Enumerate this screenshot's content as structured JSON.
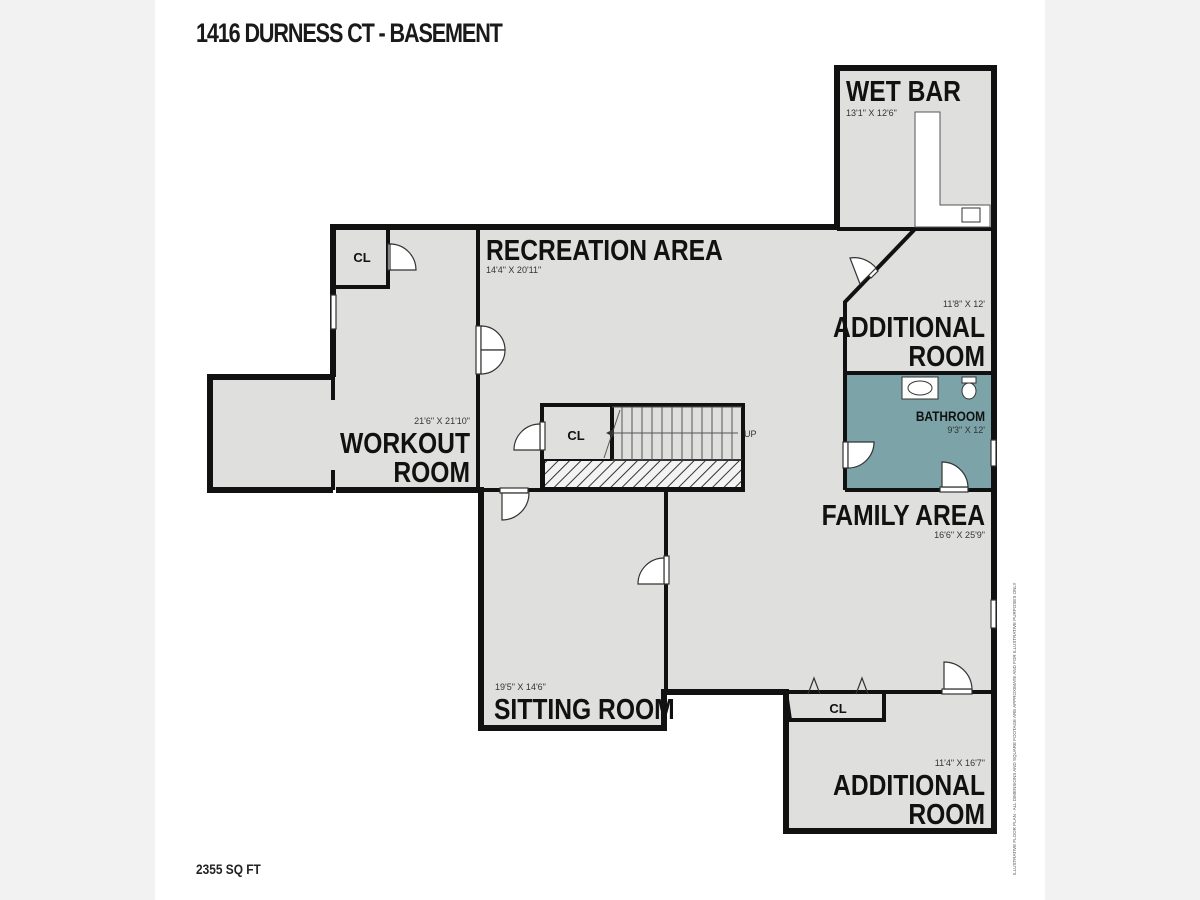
{
  "title": "1416 DURNESS CT - BASEMENT",
  "total_area": "2355 SQ FT",
  "colors": {
    "floor": "#dfe0dd",
    "bathroom": "#7ba3a8",
    "wall": "#111111"
  },
  "rooms": {
    "wet_bar": {
      "name": "WET BAR",
      "dims": "13'1\" X 12'6\""
    },
    "recreation": {
      "name": "RECREATION AREA",
      "dims": "14'4\" X 20'11\""
    },
    "additional_1": {
      "line1": "ADDITIONAL",
      "line2": "ROOM",
      "dims": "11'8\" X 12'"
    },
    "bathroom": {
      "name": "BATHROOM",
      "dims": "9'3\" X 12'"
    },
    "workout": {
      "line1": "WORKOUT",
      "line2": "ROOM",
      "dims": "21'6\" X 21'10\""
    },
    "family": {
      "name": "FAMILY AREA",
      "dims": "16'6\" X 25'9\""
    },
    "sitting": {
      "name": "SITTING ROOM",
      "dims": "19'5\" X 14'6\""
    },
    "additional_2": {
      "line1": "ADDITIONAL",
      "line2": "ROOM",
      "dims": "11'4\" X 16'7\""
    }
  },
  "closets": {
    "workout": "CL",
    "stair": "CL",
    "family": "CL"
  },
  "stair_label": "UP",
  "disclaimer": "ILLUSTRATIVE FLOOR PLAN - ALL DIMENSIONS AND SQUARE FOOTAGE ARE APPROXIMATE AND FOR ILLUSTRATIVE PURPOSES ONLY"
}
